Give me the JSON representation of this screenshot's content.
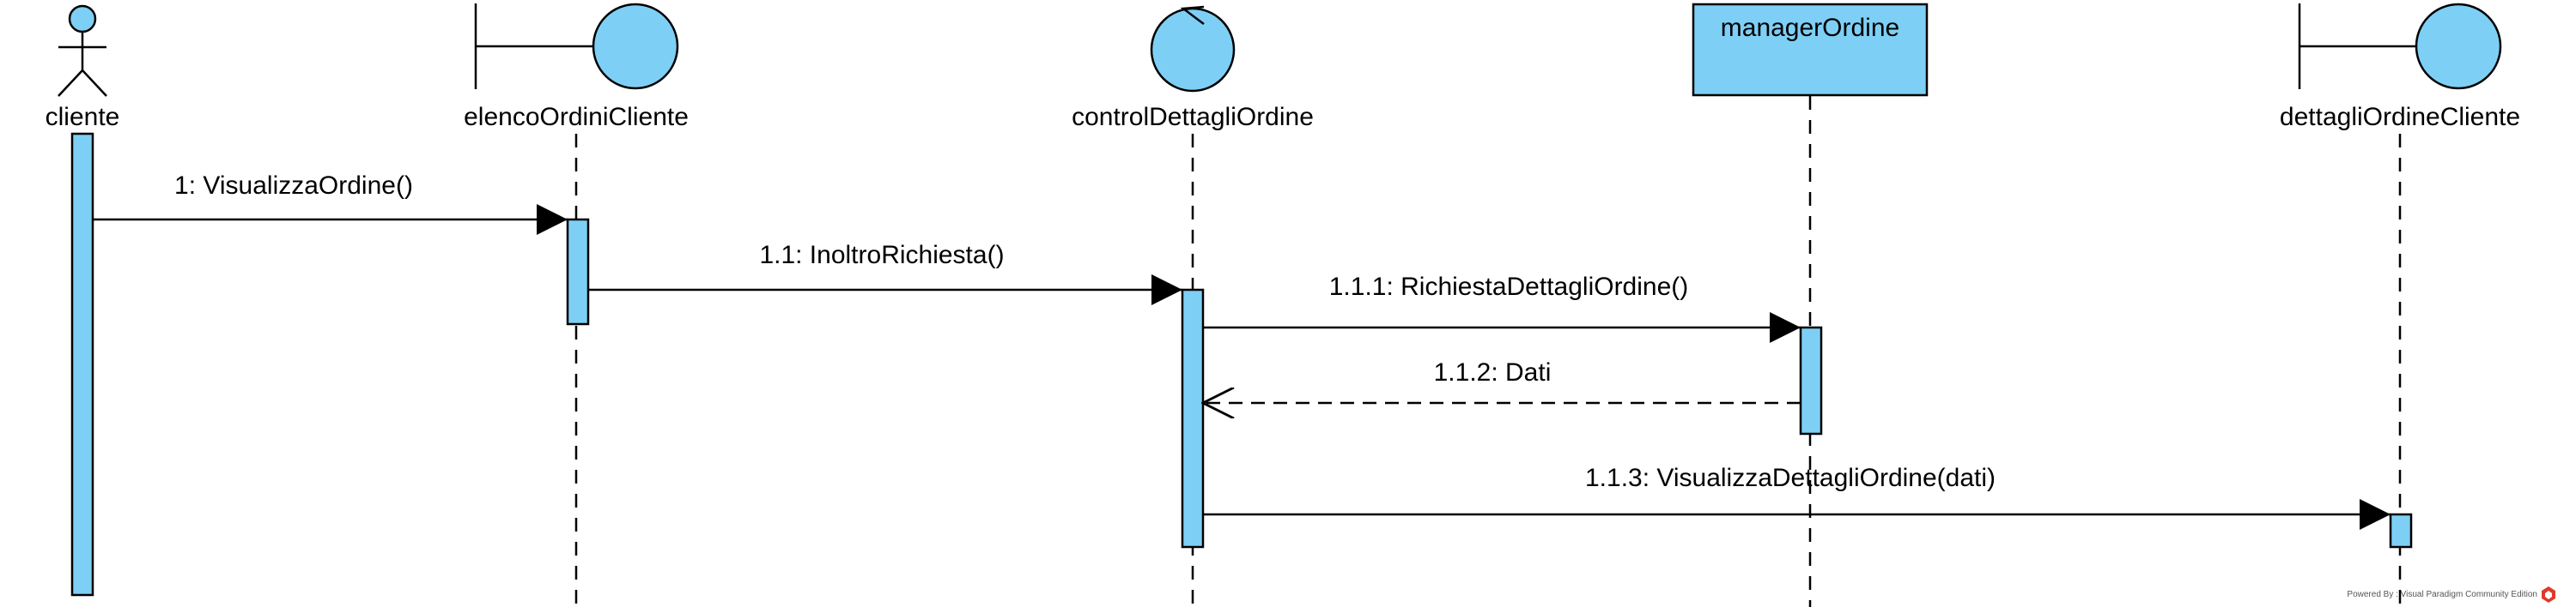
{
  "colors": {
    "fill": "#7ecff5",
    "stroke": "#000000",
    "background": "#ffffff"
  },
  "participants": {
    "cliente": {
      "label": "cliente",
      "type": "actor"
    },
    "elenco": {
      "label": "elencoOrdiniCliente",
      "type": "boundary"
    },
    "control": {
      "label": "controlDettagliOrdine",
      "type": "control"
    },
    "manager": {
      "label": "managerOrdine",
      "type": "entity-box"
    },
    "dettagli": {
      "label": "dettagliOrdineCliente",
      "type": "boundary"
    }
  },
  "messages": {
    "m1": {
      "label": "1: VisualizzaOrdine()",
      "kind": "sync"
    },
    "m2": {
      "label": "1.1: InoltroRichiesta()",
      "kind": "sync"
    },
    "m3": {
      "label": "1.1.1: RichiestaDettagliOrdine()",
      "kind": "sync"
    },
    "m4": {
      "label": "1.1.2: Dati",
      "kind": "return"
    },
    "m5": {
      "label": "1.1.3: VisualizzaDettagliOrdine(dati)",
      "kind": "sync"
    }
  },
  "watermark": {
    "text": "Powered By : Visual Paradigm Community Edition",
    "icon": "visual-paradigm-logo-icon"
  }
}
